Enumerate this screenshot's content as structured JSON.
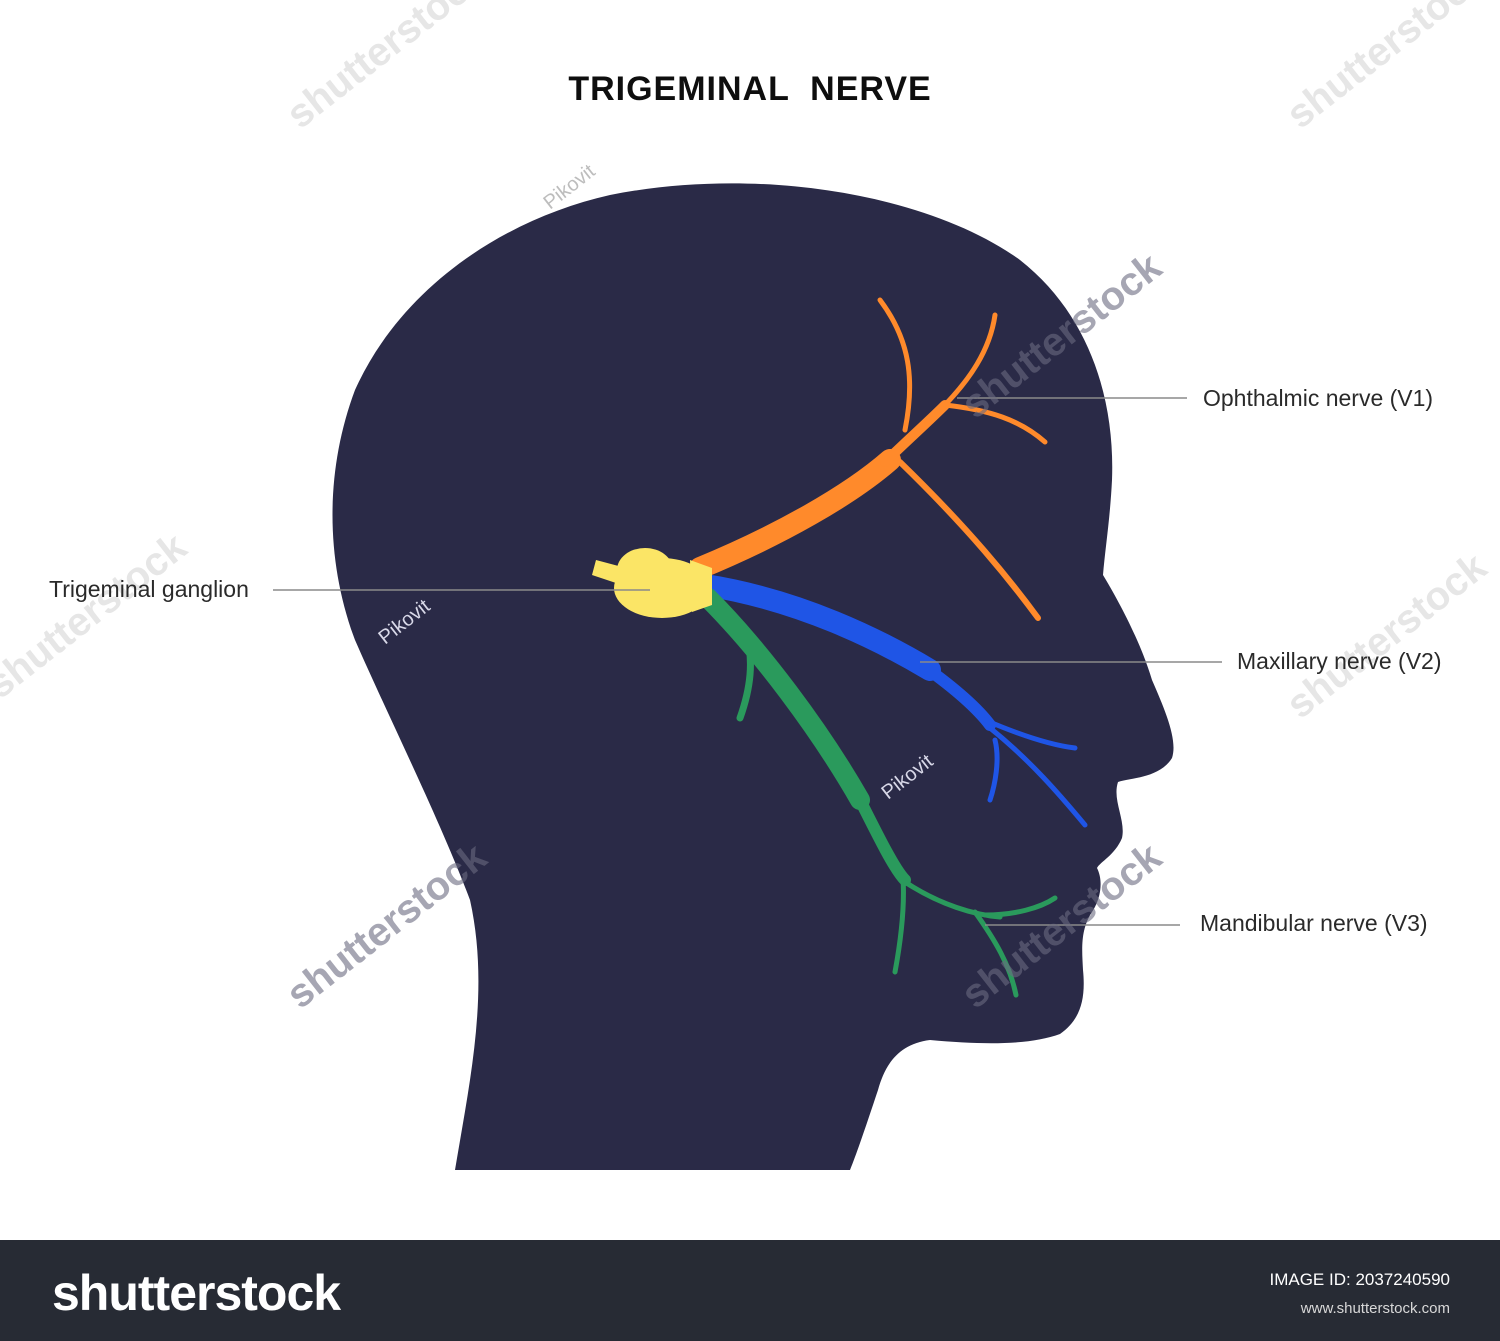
{
  "title": "TRIGEMINAL  NERVE",
  "labels": {
    "ophthalmic": "Ophthalmic nerve (V1)",
    "ganglion": "Trigeminal ganglion",
    "maxillary": "Maxillary nerve (V2)",
    "mandibular": "Mandibular nerve (V3)"
  },
  "colors": {
    "head": "#2a2a47",
    "ophthalmic": "#ff8a2b",
    "maxillary": "#1f55e6",
    "mandibular": "#2a9a5c",
    "ganglion": "#fbe566",
    "leader": "#8a8a8a"
  },
  "watermarks": [
    "shutterstock",
    "Pikovit"
  ],
  "footer": {
    "brand": "shutterstock",
    "image_id": "IMAGE ID: 2037240590",
    "site": "www.shutterstock.com"
  }
}
